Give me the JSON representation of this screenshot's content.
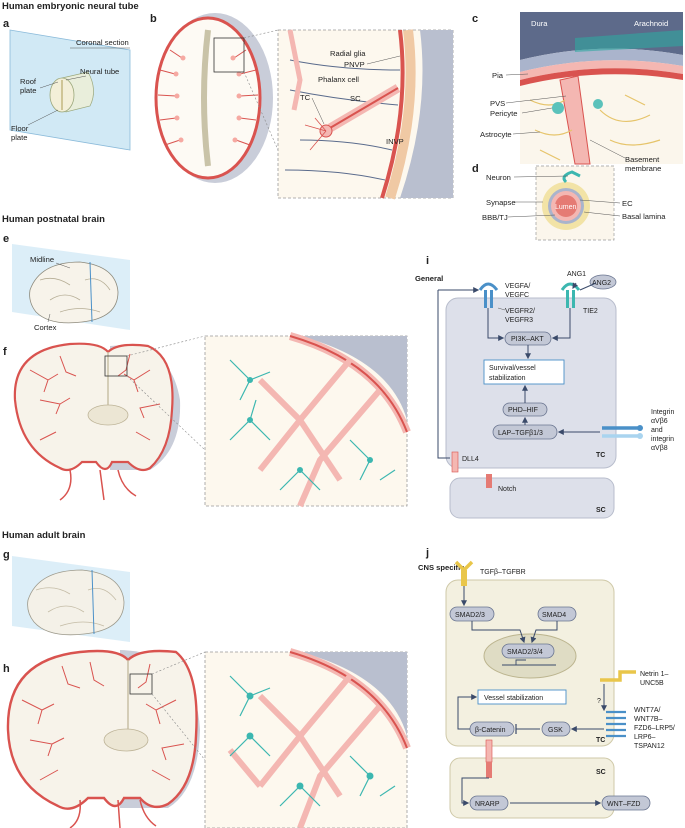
{
  "colors": {
    "vessel": "#d9534f",
    "vessel_light": "#f4b7b2",
    "astrocyte": "#3cb7b0",
    "receptor_blue": "#4a90c8",
    "receptor_teal": "#3cb7b0",
    "receptor_yellow": "#e9c64a",
    "brain_fill": "#f7f3ea",
    "cell_panel": "#dde0ea",
    "cns_panel": "#f3f0e0",
    "plane": "#cde7f5"
  },
  "sections": {
    "embryonic": "Human embryonic neural tube",
    "postnatal": "Human postnatal brain",
    "adult": "Human adult brain"
  },
  "panels": {
    "a": "a",
    "b": "b",
    "c": "c",
    "d": "d",
    "e": "e",
    "f": "f",
    "g": "g",
    "h": "h",
    "i": "i",
    "j": "j"
  },
  "panel_a": {
    "coronal_section": "Coronal section",
    "neural_tube": "Neural tube",
    "roof_plate": [
      "Roof",
      "plate"
    ],
    "floor_plate": [
      "Floor",
      "plate"
    ]
  },
  "panel_b": {
    "radial_glia": "Radial glia",
    "pnvp": "PNVP",
    "phalanx_cell": "Phalanx cell",
    "tc": "TC",
    "sc": "SC",
    "invp": "INVP"
  },
  "panel_c": {
    "dura": "Dura",
    "arachnoid": "Arachnoid",
    "pia": "Pia",
    "pvs": "PVS",
    "pericyte": "Pericyte",
    "astrocyte": "Astrocyte",
    "basement_membrane": [
      "Basement",
      "membrane"
    ]
  },
  "panel_d": {
    "neuron": "Neuron",
    "synapse": "Synapse",
    "bbb_tj": "BBB/TJ",
    "ec": "EC",
    "basal_lamina": "Basal lamina",
    "lumen": "Lumen"
  },
  "panel_e": {
    "midline": "Midline",
    "cortex": "Cortex"
  },
  "panel_i": {
    "general": "General",
    "ang1": "ANG1",
    "ang2": "ANG2",
    "vegfa": [
      "VEGFA/",
      "VEGFC"
    ],
    "vegfr": [
      "VEGFR2/",
      "VEGFR3"
    ],
    "tie2": "TIE2",
    "pi3k_akt": "PI3K–AKT",
    "survival": [
      "Survival/vessel",
      "stabilization"
    ],
    "phd_hif": "PHD–HIF",
    "lap_tgfb": "LAP–TGFβ1/3",
    "integrin": [
      "Integrin",
      "αVβ6",
      "and",
      "integrin",
      "αVβ8"
    ],
    "dll4": "DLL4",
    "tc": "TC",
    "notch": "Notch",
    "sc": "SC"
  },
  "panel_j": {
    "cns_specific": "CNS specific",
    "tgfb_tgfbr": "TGFβ–TGFBR",
    "smad23": "SMAD2/3",
    "smad4": "SMAD4",
    "smad234": "SMAD2/3/4",
    "netrin": [
      "Netrin 1–",
      "UNC5B"
    ],
    "question": "?",
    "vessel_stabilization": "Vessel stabilization",
    "b_catenin": "β-Catenin",
    "gsk": "GSK",
    "wnt": [
      "WNT7A/",
      "WNT7B–",
      "FZD6–LRP5/",
      "LRP6–",
      "TSPAN12"
    ],
    "tc": "TC",
    "sc": "SC",
    "nrarp": "NRARP",
    "wnt_fzd": "WNT–FZD"
  }
}
